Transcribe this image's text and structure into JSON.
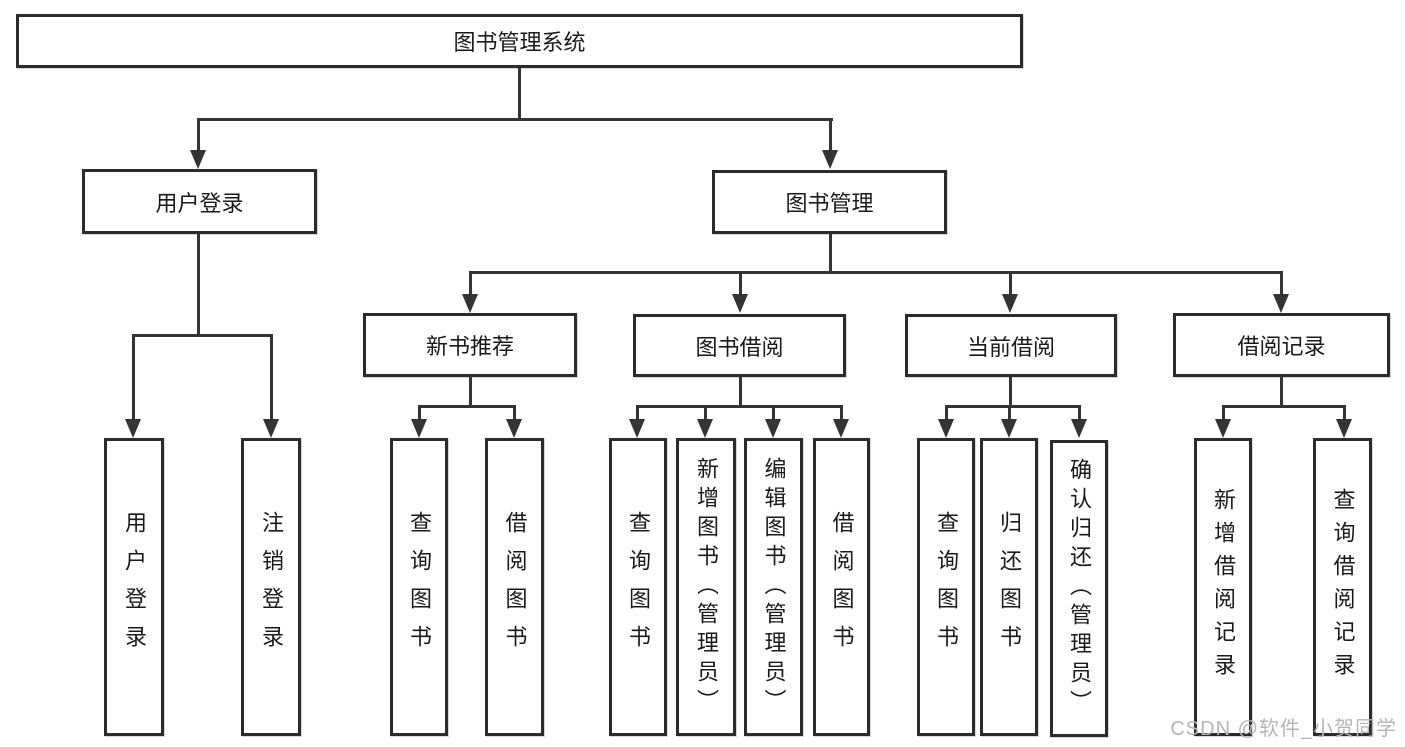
{
  "tree": {
    "root": {
      "label": "图书管理系统"
    },
    "level2": [
      {
        "label": "用户登录"
      },
      {
        "label": "图书管理"
      }
    ],
    "level3": [
      {
        "label": "新书推荐"
      },
      {
        "label": "图书借阅"
      },
      {
        "label": "当前借阅"
      },
      {
        "label": "借阅记录"
      }
    ],
    "leaves": {
      "user_login": [
        {
          "label": "用户登录"
        },
        {
          "label": "注销登录"
        }
      ],
      "new_book": [
        {
          "label": "查询图书"
        },
        {
          "label": "借阅图书"
        }
      ],
      "book_borrow": [
        {
          "label": "查询图书"
        },
        {
          "label": "新增图书（管理员）"
        },
        {
          "label": "编辑图书（管理员）"
        },
        {
          "label": "借阅图书"
        }
      ],
      "current_borrow": [
        {
          "label": "查询图书"
        },
        {
          "label": "归还图书"
        },
        {
          "label": "确认归还（管理员）"
        }
      ],
      "borrow_record": [
        {
          "label": "新增借阅记录"
        },
        {
          "label": "查询借阅记录"
        }
      ]
    }
  },
  "watermark": {
    "text": "CSDN @软件_小贺同学"
  },
  "colors": {
    "line": "#343434",
    "box_border": "#2b2b2b",
    "text": "#1a1a1a",
    "background": "#ffffff",
    "watermark": "#b5b5b5"
  }
}
